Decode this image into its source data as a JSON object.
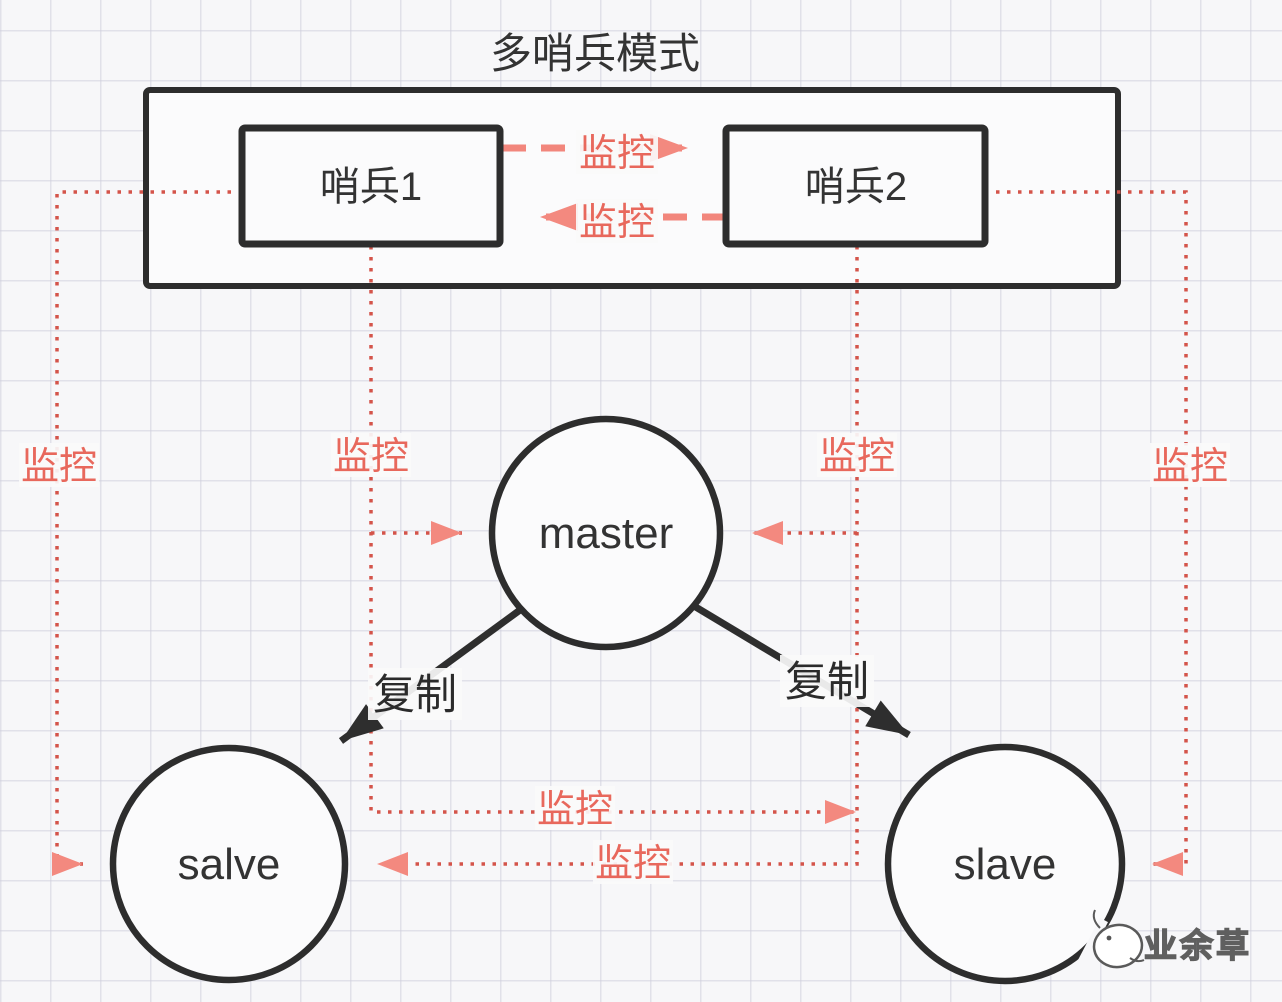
{
  "title": "多哨兵模式",
  "nodes": {
    "sentinel1": "哨兵1",
    "sentinel2": "哨兵2",
    "master": "master",
    "slave_left": "salve",
    "slave_right": "slave"
  },
  "edges": [
    {
      "from": "哨兵1",
      "to": "哨兵2",
      "label": "监控",
      "style": "dashed-arrow"
    },
    {
      "from": "哨兵2",
      "to": "哨兵1",
      "label": "监控",
      "style": "dashed-arrow"
    },
    {
      "from": "哨兵1",
      "to": "master",
      "label": "监控",
      "style": "dotted-arrow"
    },
    {
      "from": "哨兵2",
      "to": "master",
      "label": "监控",
      "style": "dotted-arrow"
    },
    {
      "from": "哨兵1",
      "to": "salve",
      "label": "监控",
      "style": "dotted-arrow"
    },
    {
      "from": "哨兵2",
      "to": "slave",
      "label": "监控",
      "style": "dotted-arrow"
    },
    {
      "from": "哨兵1",
      "to": "slave",
      "label": "监控",
      "style": "dotted-arrow"
    },
    {
      "from": "哨兵2",
      "to": "salve",
      "label": "监控",
      "style": "dotted-arrow"
    },
    {
      "from": "master",
      "to": "salve",
      "label": "复制",
      "style": "solid-arrow"
    },
    {
      "from": "master",
      "to": "slave",
      "label": "复制",
      "style": "solid-arrow"
    }
  ],
  "watermark": {
    "text": "业余草"
  },
  "colors": {
    "node_stroke": "#2d2d2d",
    "monitor_text": "#e8685c",
    "monitor_dotted": "#d4544a",
    "monitor_arrow": "#f3897f",
    "replicate": "#2e2e2e",
    "background": "#f7f7f9"
  }
}
